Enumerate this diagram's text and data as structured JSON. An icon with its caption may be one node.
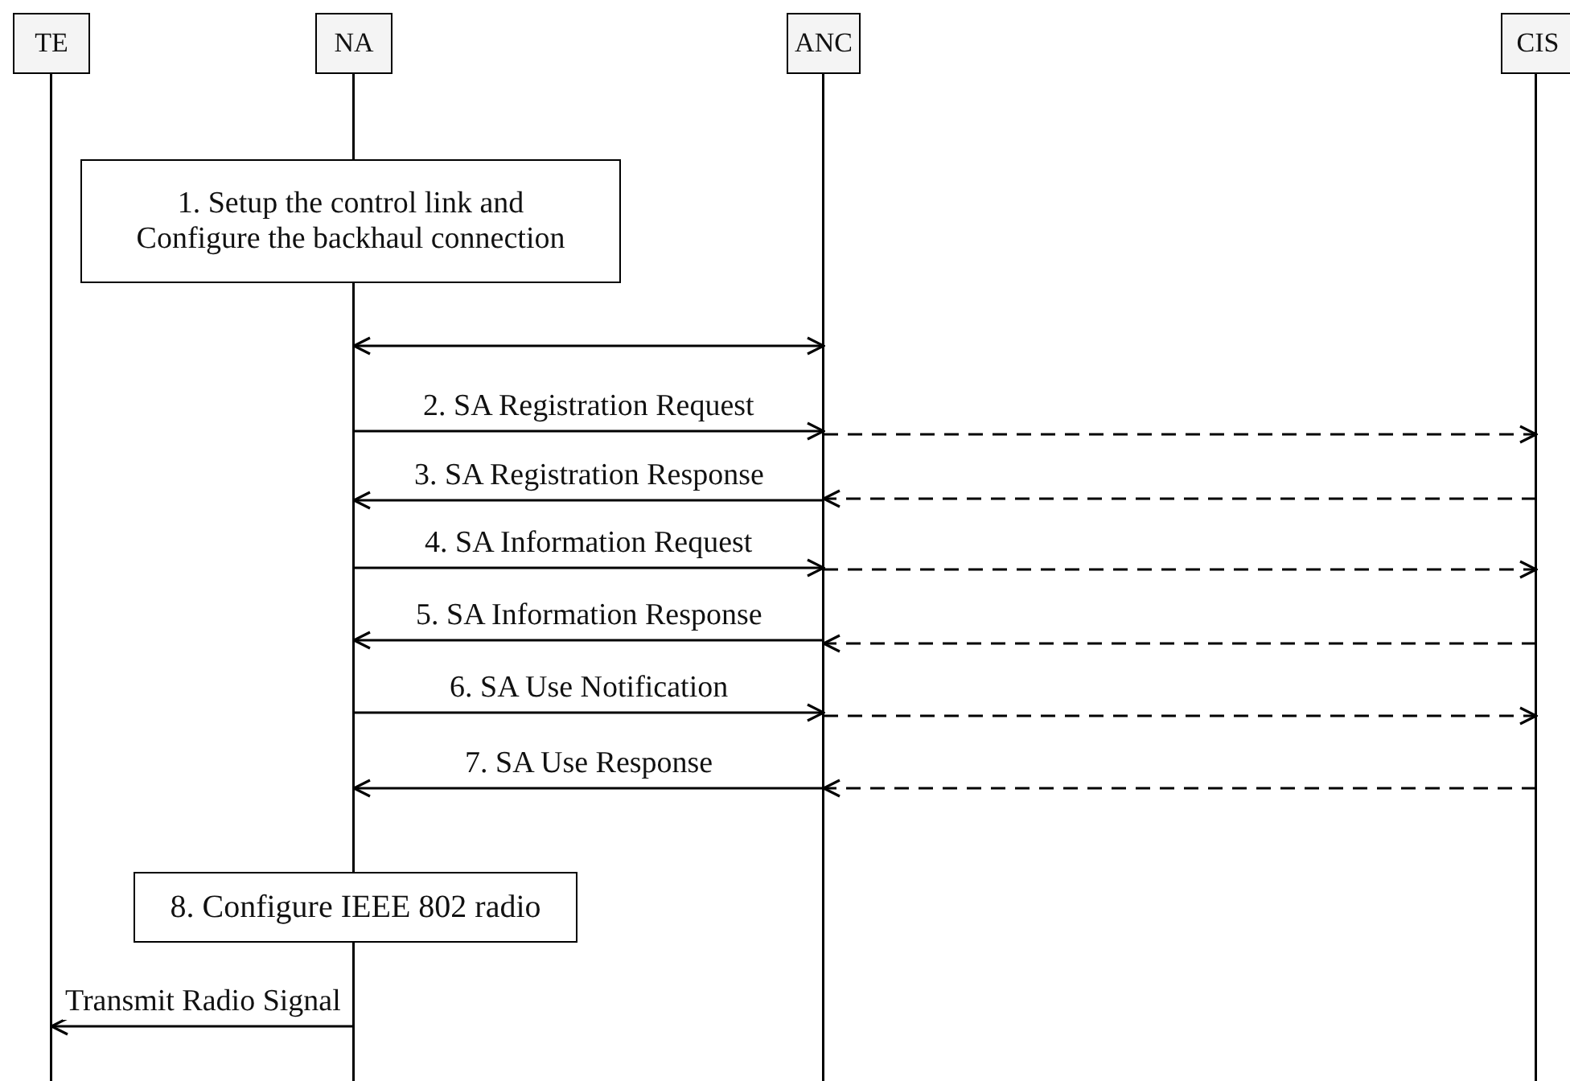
{
  "diagram": {
    "nodes": [
      {
        "text": [
          "TE"
        ]
      },
      {
        "text": [
          "NA"
        ]
      },
      {
        "text": [
          "ANC"
        ]
      },
      {
        "text": [
          "CIS"
        ]
      },
      {
        "text": [
          "1. Setup the control link and Configure the backhaul connection"
        ]
      },
      {
        "text": [
          "8. Configure IEEE 802 radio"
        ]
      }
    ],
    "edges": [
      {
        "from": 1,
        "to": 2,
        "arrow": "both"
      },
      {
        "from": 1,
        "to": 2,
        "arrow": "to",
        "label": "2. SA Registration Request"
      },
      {
        "from": 2,
        "to": 3,
        "arrow": "to",
        "style": "dashed"
      },
      {
        "from": 2,
        "to": 1,
        "arrow": "to",
        "label": "3. SA Registration Response"
      },
      {
        "from": 3,
        "to": 2,
        "arrow": "to",
        "style": "dashed"
      },
      {
        "from": 1,
        "to": 2,
        "arrow": "to",
        "label": "4. SA Information Request"
      },
      {
        "from": 2,
        "to": 3,
        "arrow": "to",
        "style": "dashed"
      },
      {
        "from": 2,
        "to": 1,
        "arrow": "to",
        "label": "5. SA Information Response"
      },
      {
        "from": 3,
        "to": 2,
        "arrow": "to",
        "style": "dashed"
      },
      {
        "from": 1,
        "to": 2,
        "arrow": "to",
        "label": "6. SA Use Notification"
      },
      {
        "from": 2,
        "to": 3,
        "arrow": "to",
        "style": "dashed"
      },
      {
        "from": 2,
        "to": 1,
        "arrow": "to",
        "label": "7. SA Use Response"
      },
      {
        "from": 3,
        "to": 2,
        "arrow": "to",
        "style": "dashed"
      },
      {
        "from": 1,
        "to": 0,
        "arrow": "to",
        "label": "Transmit Radio Signal"
      }
    ]
  }
}
